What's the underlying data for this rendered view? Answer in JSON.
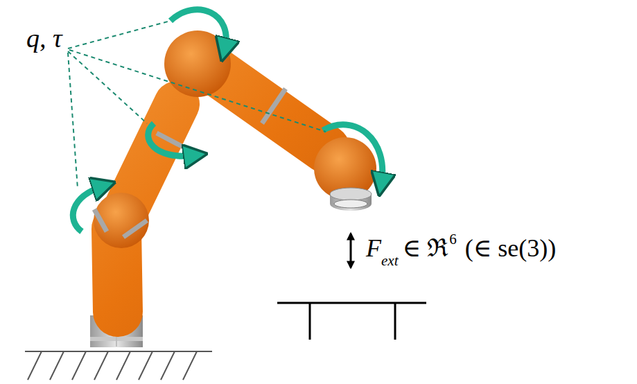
{
  "diagram": {
    "labels": [
      "q, τ",
      "F",
      "ext",
      "∈ ℜ",
      "6",
      "(∈ se(3))"
    ]
  }
}
